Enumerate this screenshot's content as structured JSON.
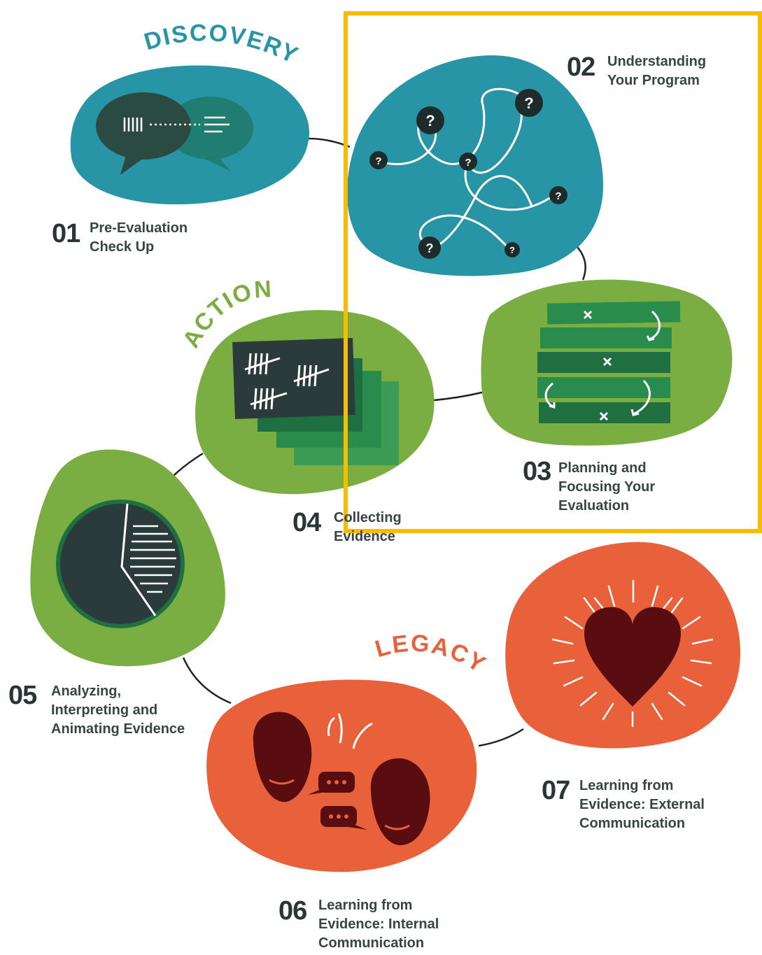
{
  "phases": {
    "discovery": "DISCOVERY",
    "action": "ACTION",
    "legacy": "LEGACY"
  },
  "steps": [
    {
      "num": "01",
      "lines": [
        "Pre-Evaluation",
        "Check Up"
      ]
    },
    {
      "num": "02",
      "lines": [
        "Understanding",
        "Your Program"
      ]
    },
    {
      "num": "03",
      "lines": [
        "Planning and",
        "Focusing Your",
        "Evaluation"
      ]
    },
    {
      "num": "04",
      "lines": [
        "Collecting",
        "Evidence"
      ]
    },
    {
      "num": "05",
      "lines": [
        "Analyzing,",
        "Interpreting and",
        "Animating Evidence"
      ]
    },
    {
      "num": "06",
      "lines": [
        "Learning from",
        "Evidence: Internal",
        "Communication"
      ]
    },
    {
      "num": "07",
      "lines": [
        "Learning from",
        "Evidence: External",
        "Communication"
      ]
    }
  ],
  "colors": {
    "teal": "#2795a6",
    "green": "#7aae43",
    "orange": "#e9613a",
    "dark": "#2b3a3a",
    "darkRed": "#5a0d10",
    "highlight": "#f8bd00"
  },
  "icons": {
    "step01": "speech-bubbles-icon",
    "step02": "tangled-questions-icon",
    "step03": "plan-strips-icon",
    "step04": "tally-sheets-icon",
    "step05": "pie-chart-icon",
    "step06": "conversation-heads-icon",
    "step07": "glowing-heart-icon"
  }
}
